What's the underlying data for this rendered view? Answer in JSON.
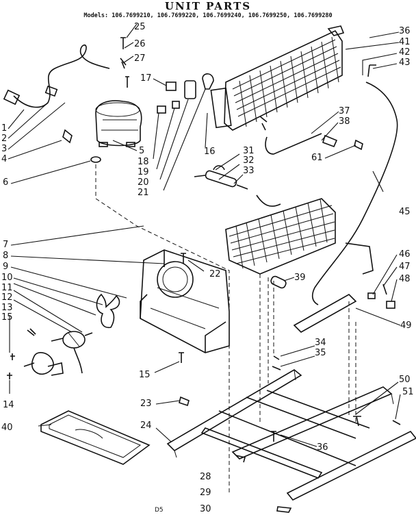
{
  "header": {
    "title": "UNIT PARTS",
    "models": "Models: 106.7699210, 106.7699220, 106.7699240, 106.7699250, 106.7699280"
  },
  "footer": {
    "code": "D5"
  },
  "callouts": {
    "c1": "1",
    "c2": "2",
    "c3": "3",
    "c4": "4",
    "c5": "5",
    "c6": "6",
    "c7": "7",
    "c8": "8",
    "c9": "9",
    "c10": "10",
    "c11": "11",
    "c12": "12",
    "c13": "13",
    "c14": "14",
    "c15a": "15",
    "c15b": "15",
    "c16": "16",
    "c17": "17",
    "c18": "18",
    "c19": "19",
    "c20": "20",
    "c21": "21",
    "c22": "22",
    "c23": "23",
    "c24": "24",
    "c25": "25",
    "c26": "26",
    "c27": "27",
    "c28": "28",
    "c29": "29",
    "c30": "30",
    "c31": "31",
    "c32": "32",
    "c33": "33",
    "c34": "34",
    "c35": "35",
    "c36a": "36",
    "c36b": "36",
    "c37": "37",
    "c38": "38",
    "c39": "39",
    "c40": "40",
    "c41": "41",
    "c42": "42",
    "c43": "43",
    "c45": "45",
    "c46": "46",
    "c47": "47",
    "c48": "48",
    "c49": "49",
    "c50": "50",
    "c51": "51",
    "c61": "61"
  }
}
